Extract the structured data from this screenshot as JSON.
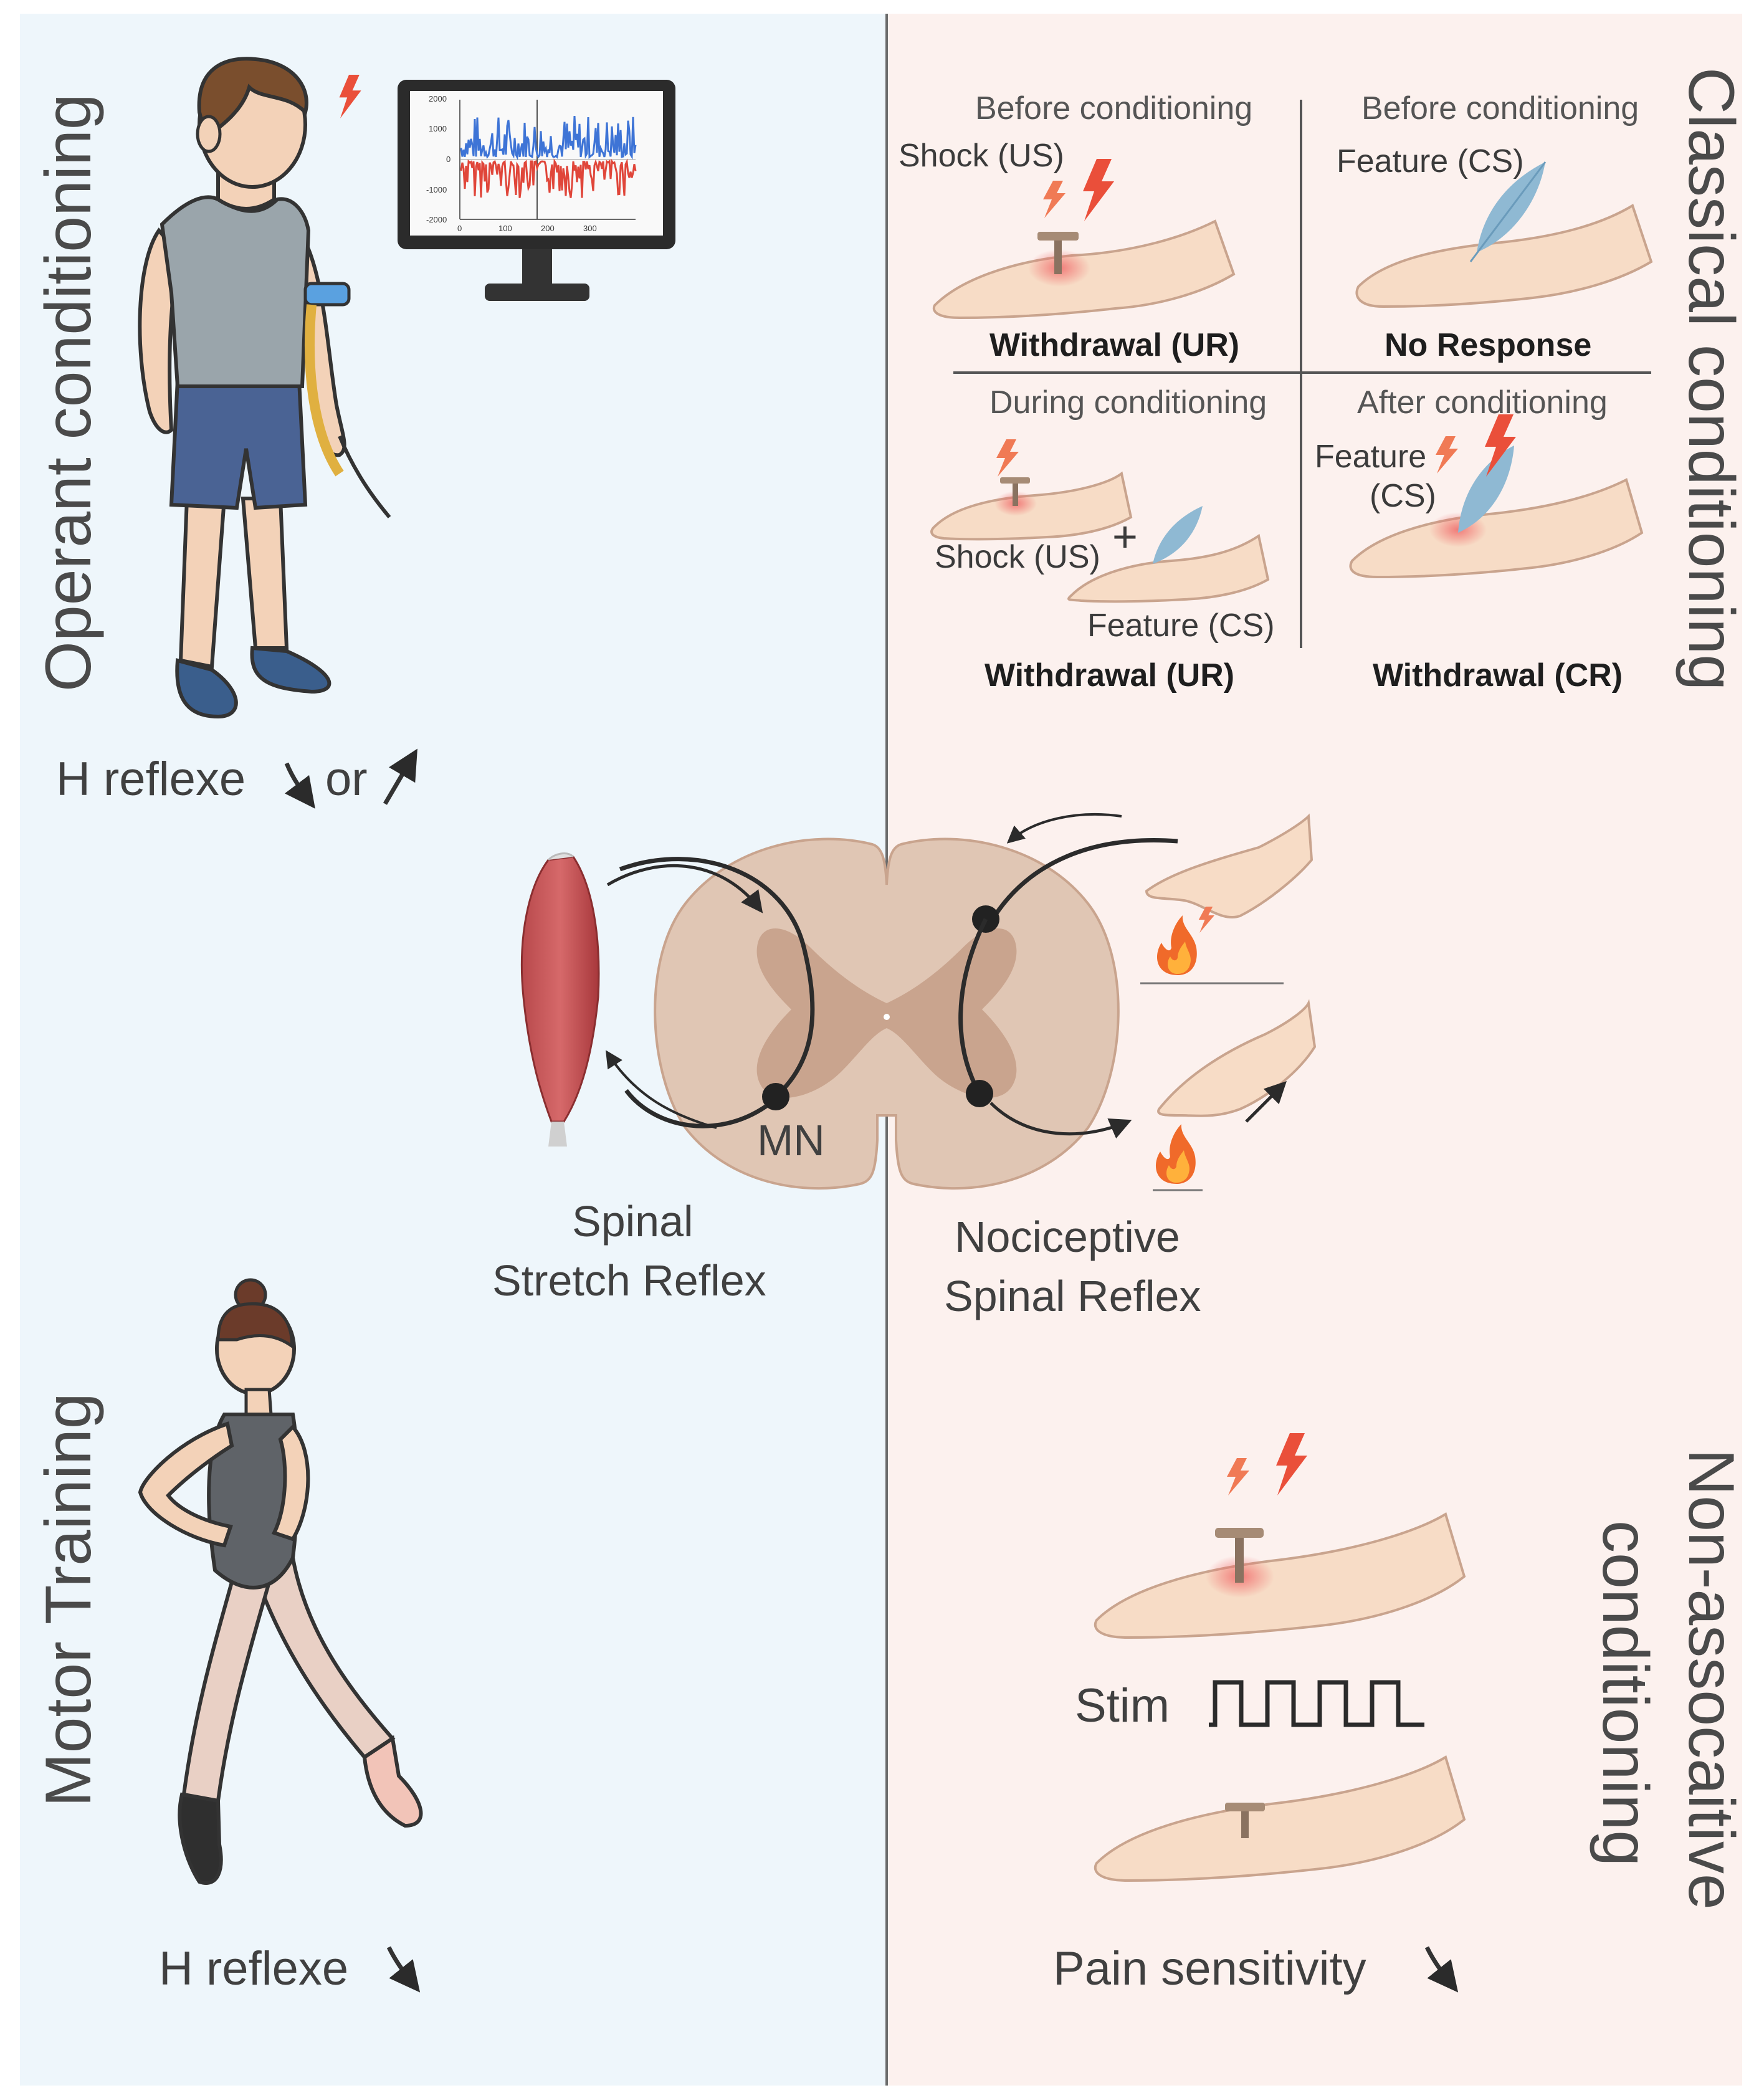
{
  "sections": {
    "operant": "Operant conditioning",
    "classical": "Classical conditioning",
    "motor": "Motor Training",
    "non_assoc_line1": "Non-assocaitive",
    "non_assoc_line2": "conditioning"
  },
  "operant_result": {
    "text": "H reflexe",
    "connector": "or"
  },
  "motor_result": "H reflexe",
  "monitor_chart": {
    "type": "line",
    "y_ticks": [
      "2000",
      "1000",
      "0",
      "-1000",
      "-2000"
    ],
    "x_ticks": [
      "0",
      "100",
      "200",
      "300"
    ]
  },
  "classical": {
    "q1": {
      "phase": "Before conditioning",
      "stimulus": "Shock (US)",
      "response": "Withdrawal (UR)"
    },
    "q2": {
      "phase": "Before conditioning",
      "stimulus": "Feature (CS)",
      "response": "No Response"
    },
    "q3": {
      "phase": "During conditioning",
      "stimulus1": "Shock (US)",
      "plus": "+",
      "stimulus2": "Feature (CS)",
      "response": "Withdrawal (UR)"
    },
    "q4": {
      "phase": "After conditioning",
      "stimulus_line1": "Feature",
      "stimulus_line2": "(CS)",
      "response": "Withdrawal (CR)"
    }
  },
  "spinal": {
    "mn": "MN",
    "stretch_line1": "Spinal",
    "stretch_line2": "Stretch Reflex",
    "noci_line1": "Nociceptive",
    "noci_line2": "Spinal Reflex"
  },
  "non_assoc": {
    "stim": "Stim",
    "result": "Pain sensitivity"
  },
  "colors": {
    "left_bg": "#eef6fb",
    "right_bg": "#fcf1ee",
    "cord_outer": "#e0c6b4",
    "cord_inner": "#c9a48e",
    "bolt": "#ea4f3a",
    "feather": "#8fb9d3",
    "skin": "#f7dcc6"
  }
}
